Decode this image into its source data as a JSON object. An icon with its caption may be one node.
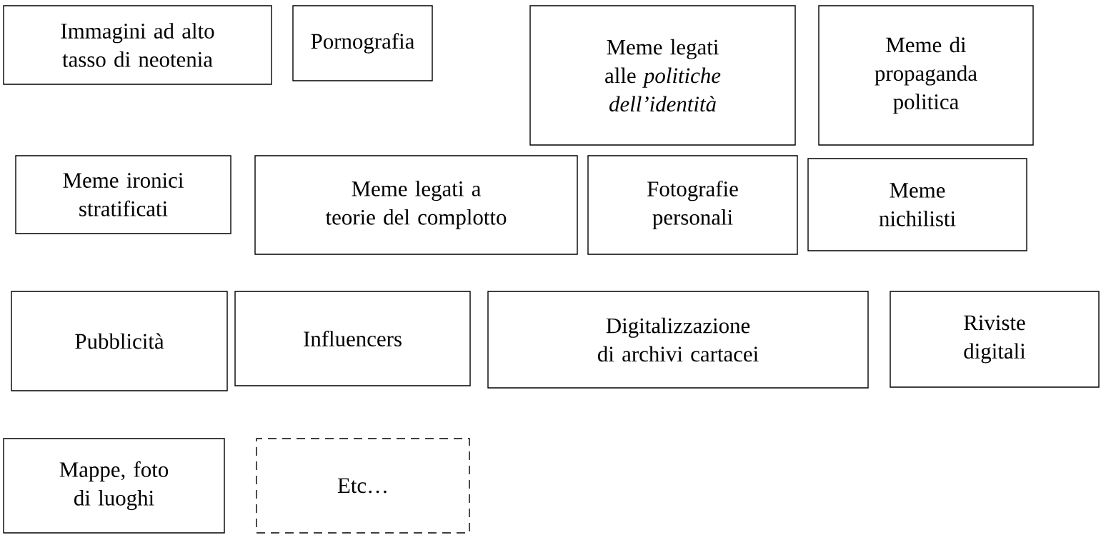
{
  "diagram": {
    "nodes": [
      {
        "text": [
          "Immagini ad alto tasso di neotenia"
        ]
      },
      {
        "text": [
          "Pornografia"
        ]
      },
      {
        "text": [
          "Meme legati alle *politiche dell’identità*"
        ]
      },
      {
        "text": [
          "Meme di propaganda politica"
        ]
      },
      {
        "text": [
          "Meme ironici stratificati"
        ]
      },
      {
        "text": [
          "Meme legati a teorie del complotto"
        ]
      },
      {
        "text": [
          "Fotografie personali"
        ]
      },
      {
        "text": [
          "Meme nichilisti"
        ]
      },
      {
        "text": [
          "Pubblicità"
        ]
      },
      {
        "text": [
          "Influencers"
        ]
      },
      {
        "text": [
          "Digitalizzazione di archivi cartacei"
        ]
      },
      {
        "text": [
          "Riviste digitali"
        ]
      },
      {
        "text": [
          "Mappe, foto di luoghi"
        ]
      },
      {
        "text": [
          "Etc…"
        ]
      }
    ]
  }
}
